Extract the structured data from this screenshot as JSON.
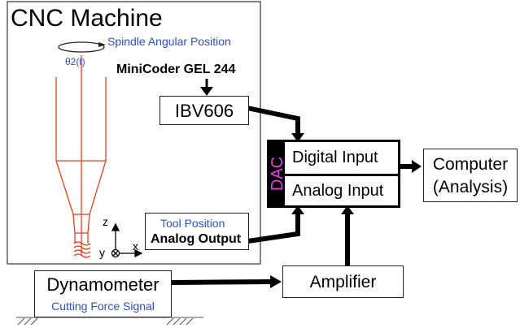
{
  "machine": {
    "title": "CNC Machine",
    "spindle_label": "Spindle Angular Position",
    "theta_label": "θ2(t)",
    "encoder_label": "MiniCoder GEL 244",
    "axis_z": "z",
    "axis_y": "y",
    "axis_x": "x"
  },
  "ibv": {
    "label": "IBV606"
  },
  "tool_position": {
    "title": "Tool Position",
    "output": "Analog Output"
  },
  "daq": {
    "side_label": "DAC",
    "digital_input": "Digital Input",
    "analog_input": "Analog Input"
  },
  "computer": {
    "line1": "Computer",
    "line2": "(Analysis)"
  },
  "amplifier": {
    "label": "Amplifier"
  },
  "dynamometer": {
    "label": "Dynamometer",
    "signal": "Cutting Force Signal"
  },
  "colors": {
    "label_blue": "#2b4fd8",
    "tool_red": "#e8401c",
    "dac_magenta": "#e040e0",
    "line_black": "#000000"
  }
}
